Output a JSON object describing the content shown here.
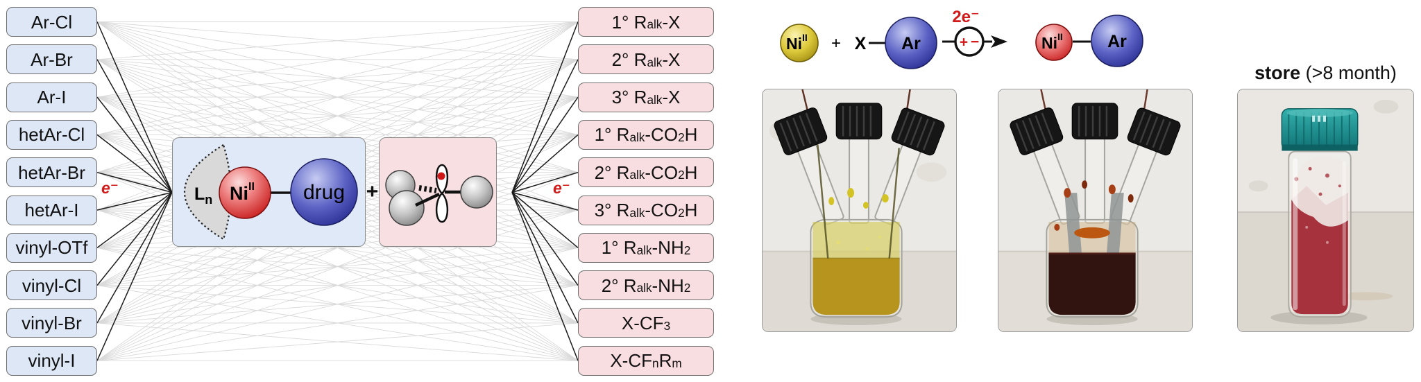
{
  "figure": {
    "reactants": [
      "Ar-Cl",
      "Ar-Br",
      "Ar-I",
      "hetAr-Cl",
      "hetAr-Br",
      "hetAr-I",
      "vinyl-OTf",
      "vinyl-Cl",
      "vinyl-Br",
      "vinyl-I"
    ],
    "products": [
      "1° R<sub>alk</sub>-X",
      "2° R<sub>alk</sub>-X",
      "3° R<sub>alk</sub>-X",
      "1° R<sub>alk</sub>-CO<sub>2</sub>H",
      "2° R<sub>alk</sub>-CO<sub>2</sub>H",
      "3° R<sub>alk</sub>-CO<sub>2</sub>H",
      "1° R<sub>alk</sub>-NH<sub>2</sub>",
      "2° R<sub>alk</sub>-NH<sub>2</sub>",
      "X-CF<sub>3</sub>",
      "X-CF<sub>n</sub>R<sub>m</sub>"
    ],
    "electron_left": "e⁻",
    "electron_right": "e⁻",
    "plus": "+",
    "catalyst": {
      "ligand": "L",
      "ligand_sub": "n",
      "metal": "Ni",
      "metal_ox": "II",
      "drug_label": "drug"
    }
  },
  "scheme": {
    "reactant_metal": "Ni",
    "reactant_metal_ox": "II",
    "plus": "+",
    "halide": "X",
    "aryl": "Ar",
    "electrons_label": "2e⁻",
    "anode_symbol": "+",
    "cathode_symbol": "−",
    "product_metal": "Ni",
    "product_metal_ox": "II",
    "product_aryl": "Ar"
  },
  "photos": {
    "store_label_bold": "store",
    "store_label_rest": " (>8 month)"
  },
  "colors": {
    "accent_red": "#d11a1a",
    "reactant_fill": "#dde7f6",
    "product_fill": "#f9dee1",
    "panel_blue": "#dfe9f8",
    "panel_pink": "#f8dfe2",
    "mesh_line": "#d9d9d9",
    "fan_line": "#1c1c1c",
    "cap_teal": "#189193",
    "liquid_yellow": "#b7941d",
    "liquid_dark": "#31130f",
    "powder_red": "#a5323c"
  }
}
